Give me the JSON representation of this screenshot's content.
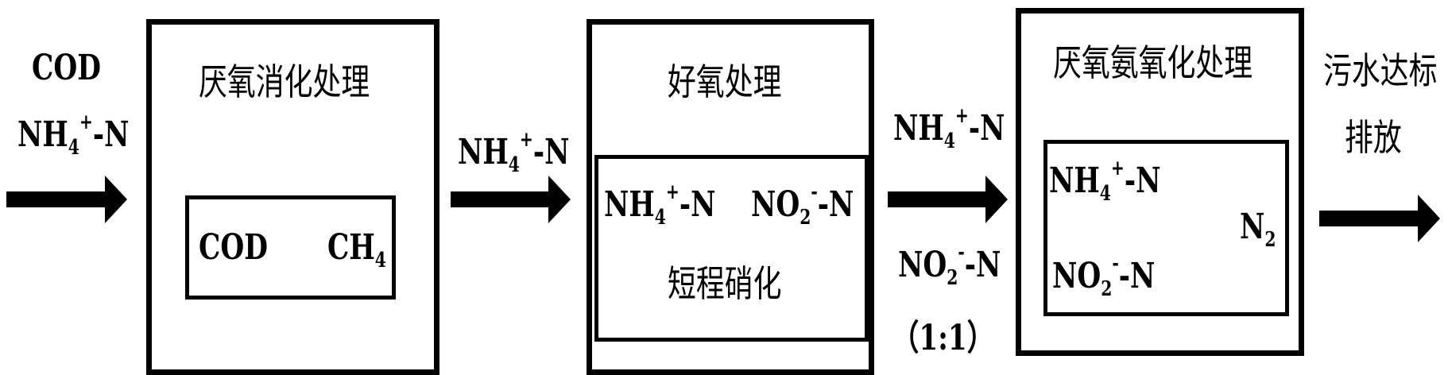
{
  "input": {
    "cod": "COD",
    "nh4_main": "NH",
    "nh4_sub": "4",
    "nh4_sup": "+",
    "nh4_tail": "-N"
  },
  "box1": {
    "title": "厌氧消化处理",
    "left": "COD",
    "right_main": "CH",
    "right_sub": "4"
  },
  "link1": {
    "main": "NH",
    "sub": "4",
    "sup": "+",
    "tail": "-N"
  },
  "box2": {
    "title": "好氧处理",
    "left_main": "NH",
    "left_sub": "4",
    "left_sup": "+",
    "left_tail": "-N",
    "right_main": "NO",
    "right_sub": "2",
    "right_sup": "-",
    "right_tail": "-N",
    "caption": "短程硝化"
  },
  "link2": {
    "nh4_main": "NH",
    "nh4_sub": "4",
    "nh4_sup": "+",
    "nh4_tail": "-N",
    "no2_main": "NO",
    "no2_sub": "2",
    "no2_sup": "-",
    "no2_tail": "-N",
    "ratio": "（1:1）"
  },
  "box3": {
    "title": "厌氧氨氧化处理",
    "nh4_main": "NH",
    "nh4_sub": "4",
    "nh4_sup": "+",
    "nh4_tail": "-N",
    "no2_main": "NO",
    "no2_sub": "2",
    "no2_sup": "-",
    "no2_tail": "-N",
    "product_main": "N",
    "product_sub": "2"
  },
  "output": {
    "line1": "污水达标",
    "line2": "排放"
  }
}
